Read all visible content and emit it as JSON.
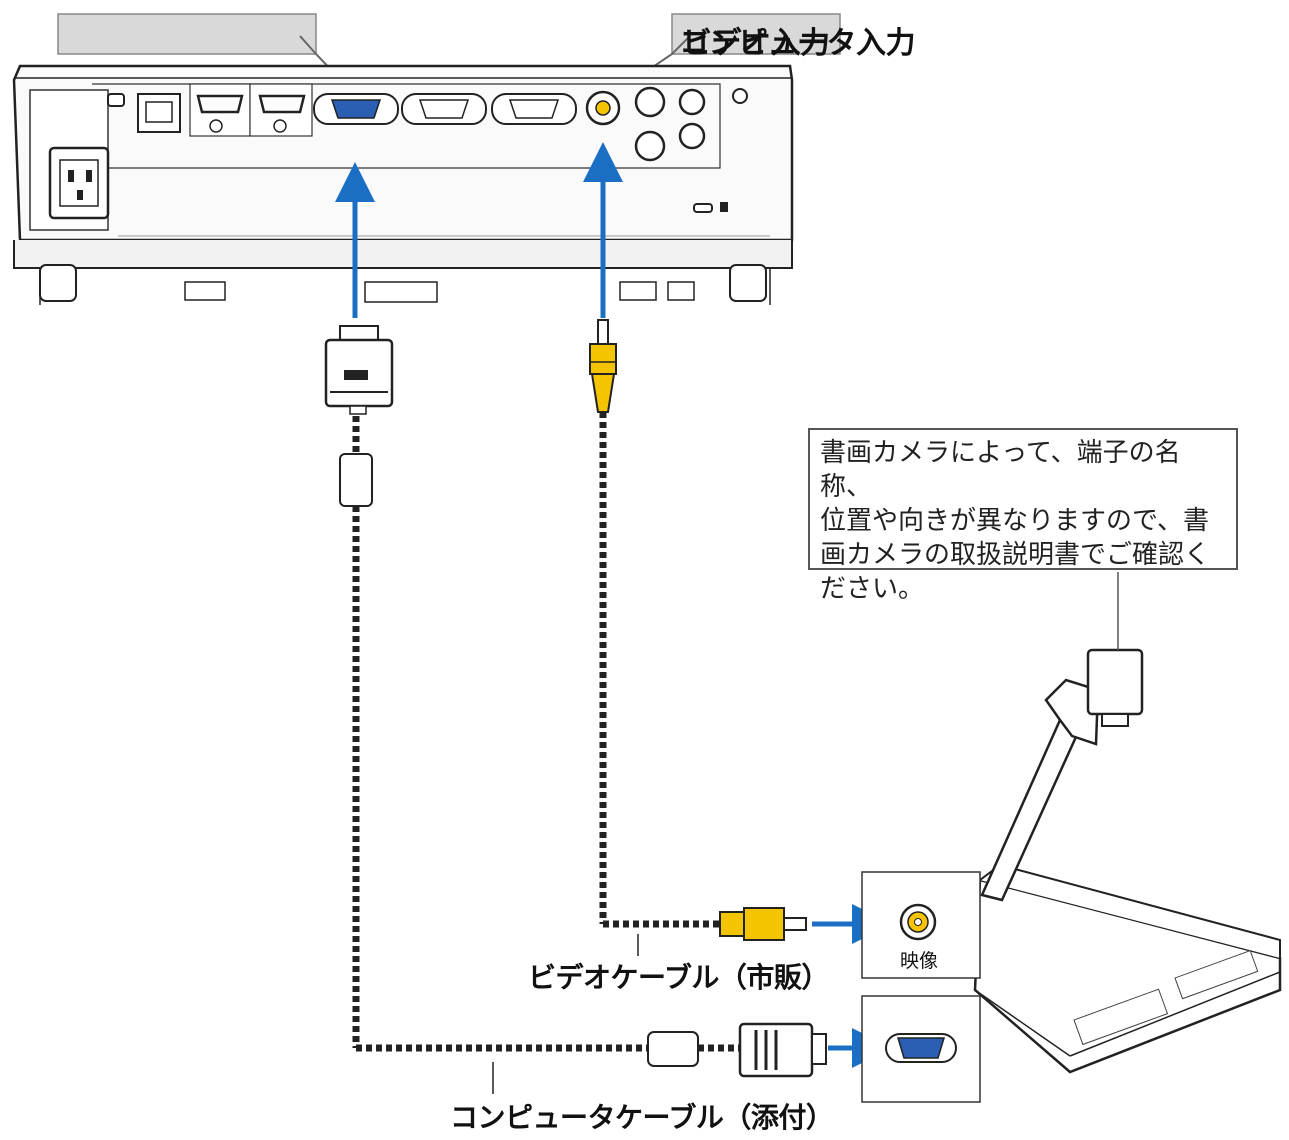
{
  "callouts": {
    "video_input": "ビデオ入力",
    "computer_input": "コンピュータ入力"
  },
  "note": {
    "lines": [
      "書画カメラによって、端子の名称、",
      "位置や向きが異なりますので、書",
      "画カメラの取扱説明書でご確認く",
      "ださい。"
    ]
  },
  "ports": {
    "camera_video": "映像"
  },
  "cables": {
    "video_cable": "ビデオケーブル（市販）",
    "computer_cable": "コンピュータケーブル（添付）"
  },
  "colors": {
    "arrow_blue": "#1a6fc4",
    "rca_yellow": "#f5c400",
    "vga_blue": "#2b5fb3",
    "callout_gray": "#d9d9d9"
  }
}
